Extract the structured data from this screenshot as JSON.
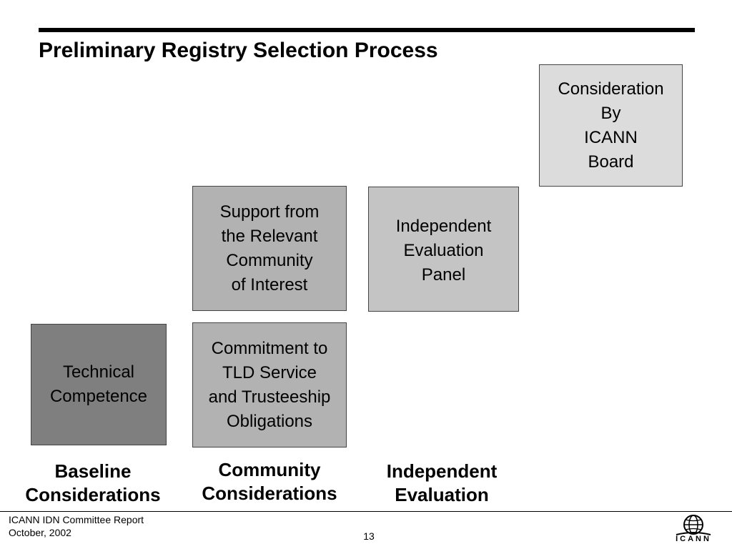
{
  "slide": {
    "title": "Preliminary Registry Selection Process",
    "boxes": {
      "technical_competence": "Technical\nCompetence",
      "commitment": "Commitment to\nTLD Service\nand Trusteeship\nObligations",
      "support": "Support from\nthe Relevant\nCommunity\nof Interest",
      "independent_panel": "Independent\nEvaluation\nPanel",
      "board": "Consideration\nBy\nICANN\nBoard"
    },
    "categories": {
      "baseline": "Baseline\nConsiderations",
      "community": "Community\nConsiderations",
      "independent": "Independent\nEvaluation"
    }
  },
  "footer": {
    "report": "ICANN IDN Committee Report\nOctober, 2002",
    "page_number": "13",
    "logo_text": "ICANN",
    "logo_icon": "globe-icon"
  }
}
